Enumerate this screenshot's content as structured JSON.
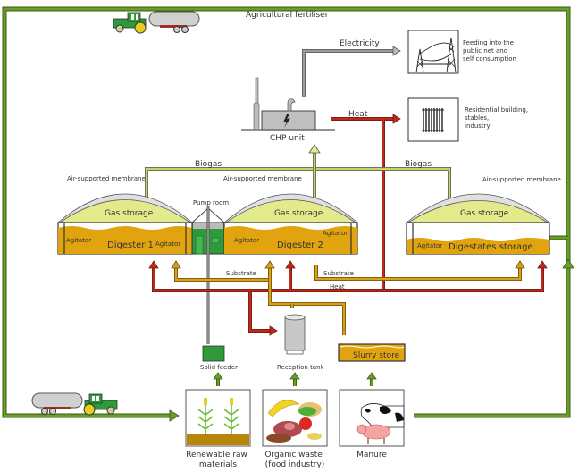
{
  "title": "Biogas plant process diagram",
  "colors": {
    "green_loop": "#6a9e2a",
    "biogas_pipe": "#c9d36a",
    "heat_pipe": "#c0281e",
    "substrate_pipe": "#d6a21a",
    "electricity_pipe": "#8c8c8c",
    "gas_dome": "#e3ea8c",
    "digester_fill": "#e2a40e",
    "pump_room": "#2e9a3a"
  },
  "labels": {
    "agricultural_fertiliser": "Agricultural fertiliser",
    "electricity": "Electricity",
    "heat_top": "Heat",
    "chp_unit": "CHP unit",
    "feeding_into": [
      "Feeding into the",
      "public net and",
      "self consumption"
    ],
    "residential": [
      "Residential building,",
      "stables,",
      "industry"
    ],
    "biogas_left": "Biogas",
    "biogas_right": "Biogas",
    "membrane_1": "Air-supported membrane",
    "membrane_2": "Air-supported membrane",
    "membrane_3": "Air-supported membrane",
    "pump_room": "Pump room",
    "gas_storage_1": "Gas storage",
    "gas_storage_2": "Gas storage",
    "gas_storage_3": "Gas storage",
    "agitator_1a": "Agitator",
    "agitator_1b": "Agitator",
    "agitator_2": "Agitator",
    "agitator_3": "Agitator",
    "digester_1": "Digester 1",
    "digester_2": "Digester 2",
    "digestates_storage": "Digestates storage",
    "substrate_left": "Substrate",
    "substrate_right": "Substrate",
    "heat_bottom": "Heat",
    "solid_feeder": "Solid feeder",
    "reception_tank": "Reception tank",
    "slurry_store": "Slurry store",
    "renewable": [
      "Renewable raw",
      "materials"
    ],
    "organic_waste": [
      "Organic waste",
      "(food industry)"
    ],
    "manure": "Manure"
  }
}
